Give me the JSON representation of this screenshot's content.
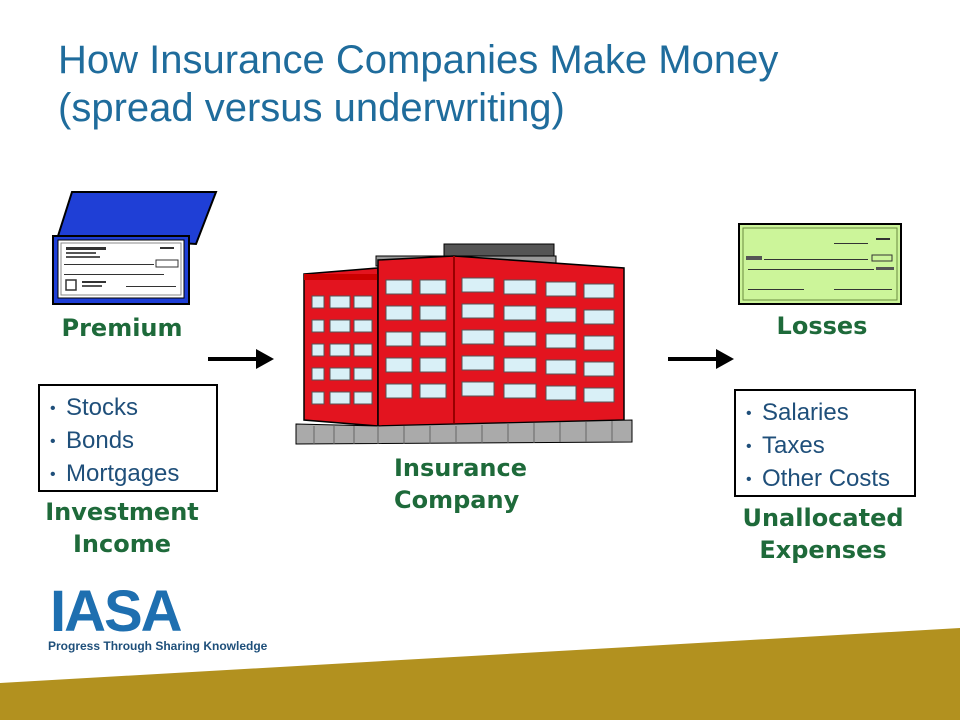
{
  "title_line1": "How Insurance Companies Make Money",
  "title_line2": "(spread versus underwriting)",
  "premium_label": "Premium",
  "losses_label": "Losses",
  "insurance_company_line1": "Insurance",
  "insurance_company_line2": "Company",
  "investment_income_line1": "Investment",
  "investment_income_line2": "Income",
  "unallocated_expenses_line1": "Unallocated",
  "unallocated_expenses_line2": "Expenses",
  "investments": [
    "Stocks",
    "Bonds",
    "Mortgages"
  ],
  "expenses": [
    "Salaries",
    "Taxes",
    "Other Costs"
  ],
  "logo": {
    "name": "IASA",
    "tagline": "Progress Through Sharing Knowledge"
  },
  "colors": {
    "title": "#1f6c9c",
    "label_green": "#1e6a3a",
    "footer_gold": "#b2911f",
    "building_red": "#e3141f",
    "checkbook_blue": "#1f3fd6",
    "check_green": "#ccf59a"
  }
}
